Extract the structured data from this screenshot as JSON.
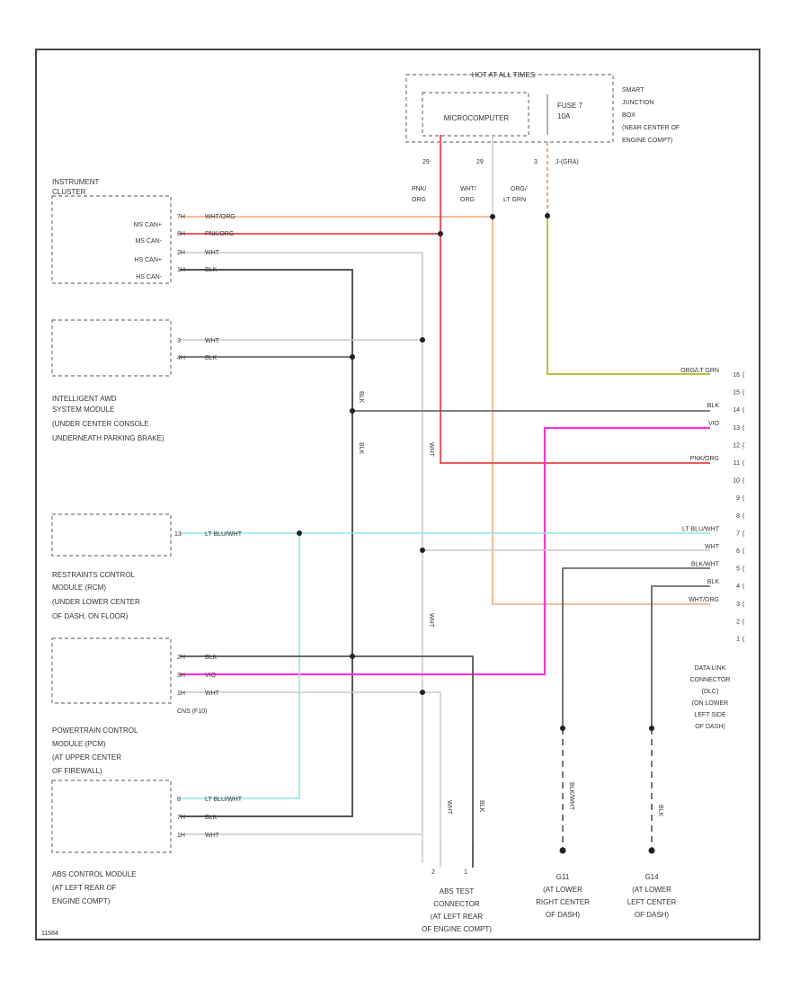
{
  "diagram_id": "11584",
  "fuse_box": {
    "header": "HOT AT ALL TIMES",
    "microcomputer": "MICROCOMPUTER",
    "fuse": [
      "FUSE 7",
      "10A"
    ],
    "location": [
      "SMART",
      "JUNCTION",
      "BOX",
      "(NEAR CENTER OF",
      "ENGINE COMPT)"
    ],
    "pins": [
      "29",
      "29",
      "3"
    ],
    "conn": "J-(GRA)",
    "wire_labels": [
      [
        "PNK/",
        "ORG"
      ],
      [
        "WHT/",
        "ORG"
      ],
      [
        "ORG/",
        "LT GRN"
      ]
    ]
  },
  "modules": {
    "instrument_cluster": {
      "title": [
        "INSTRUMENT",
        "CLUSTER"
      ],
      "pins": [
        "MS CAN+",
        "MS CAN-",
        "HS CAN+",
        "HS CAN-"
      ],
      "pin_nums": [
        "7H",
        "8H",
        "2H",
        "1H"
      ],
      "wires": [
        "WHT/ORG",
        "PNK/ORG",
        "WHT",
        "BLK"
      ]
    },
    "ias_module": {
      "title": [
        "INTELLIGENT AWD",
        "SYSTEM MODULE",
        "(UNDER CENTER CONSOLE",
        "UNDERNEATH PARKING BRAKE)"
      ],
      "pin_nums": [
        "3",
        "4H"
      ],
      "wires": [
        "WHT",
        "BLK"
      ]
    },
    "rcm": {
      "title": [
        "RESTRAINTS CONTROL",
        "MODULE (RCM)",
        "(UNDER LOWER CENTER",
        "OF DASH, ON FLOOR)"
      ],
      "pin_nums": [
        "13"
      ],
      "wires": [
        "LT BLU/WHT"
      ]
    },
    "pcm": {
      "title": [
        "POWERTRAIN CONTROL",
        "MODULE (PCM)",
        "(AT UPPER CENTER",
        "OF FIREWALL)"
      ],
      "pin_nums": [
        "2H",
        "3H",
        "1H"
      ],
      "wires": [
        "BLK",
        "VIO",
        "WHT"
      ],
      "note": "CNS (F10)"
    },
    "abs_module": {
      "title": [
        "ABS CONTROL MODULE",
        "(AT LEFT REAR OF",
        "ENGINE COMPT)"
      ],
      "pin_nums": [
        "8",
        "7H",
        "1H"
      ],
      "wires": [
        "LT BLU/WHT",
        "BLK",
        "WHT"
      ]
    }
  },
  "dlc": {
    "title": [
      "DATA LINK",
      "CONNECTOR",
      "(DLC)",
      "(ON LOWER",
      "LEFT SIDE",
      "OF DASH)"
    ],
    "pins": [
      {
        "num": "16",
        "wire": "ORG/LT GRN"
      },
      {
        "num": "15",
        "wire": ""
      },
      {
        "num": "14",
        "wire": "BLK"
      },
      {
        "num": "13",
        "wire": "VIO"
      },
      {
        "num": "12",
        "wire": ""
      },
      {
        "num": "11",
        "wire": "PNK/ORG"
      },
      {
        "num": "10",
        "wire": ""
      },
      {
        "num": "9",
        "wire": ""
      },
      {
        "num": "8",
        "wire": ""
      },
      {
        "num": "7",
        "wire": "LT BLU/WHT"
      },
      {
        "num": "6",
        "wire": "WHT"
      },
      {
        "num": "5",
        "wire": "BLK/WHT"
      },
      {
        "num": "4",
        "wire": "BLK"
      },
      {
        "num": "3",
        "wire": "WHT/ORG"
      },
      {
        "num": "2",
        "wire": ""
      },
      {
        "num": "1",
        "wire": ""
      }
    ]
  },
  "abs_test": {
    "pins": [
      "2",
      "1"
    ],
    "wires": [
      "WHT",
      "BLK"
    ],
    "title": [
      "ABS TEST",
      "CONNECTOR",
      "(AT LEFT REAR",
      "OF ENGINE COMPT)"
    ]
  },
  "grounds": [
    {
      "id": "G11",
      "wire": "BLK/WHT",
      "title": [
        "G11",
        "(AT LOWER",
        "RIGHT CENTER",
        "OF DASH)"
      ]
    },
    {
      "id": "G14",
      "wire": "BLK",
      "title": [
        "G14",
        "(AT LOWER",
        "LEFT CENTER",
        "OF DASH)"
      ]
    }
  ],
  "vertical_labels": {
    "blk_trunk": "BLK",
    "wht_trunk": "WHT"
  },
  "colors": {
    "orange": "#f0a878",
    "red": "#ee5a5a",
    "grey": "#c8c8c8",
    "black": "#555555",
    "lime": "#b8c23a",
    "magenta": "#ff33dd",
    "cyan": "#8ee8e8",
    "frame": "#444444"
  }
}
